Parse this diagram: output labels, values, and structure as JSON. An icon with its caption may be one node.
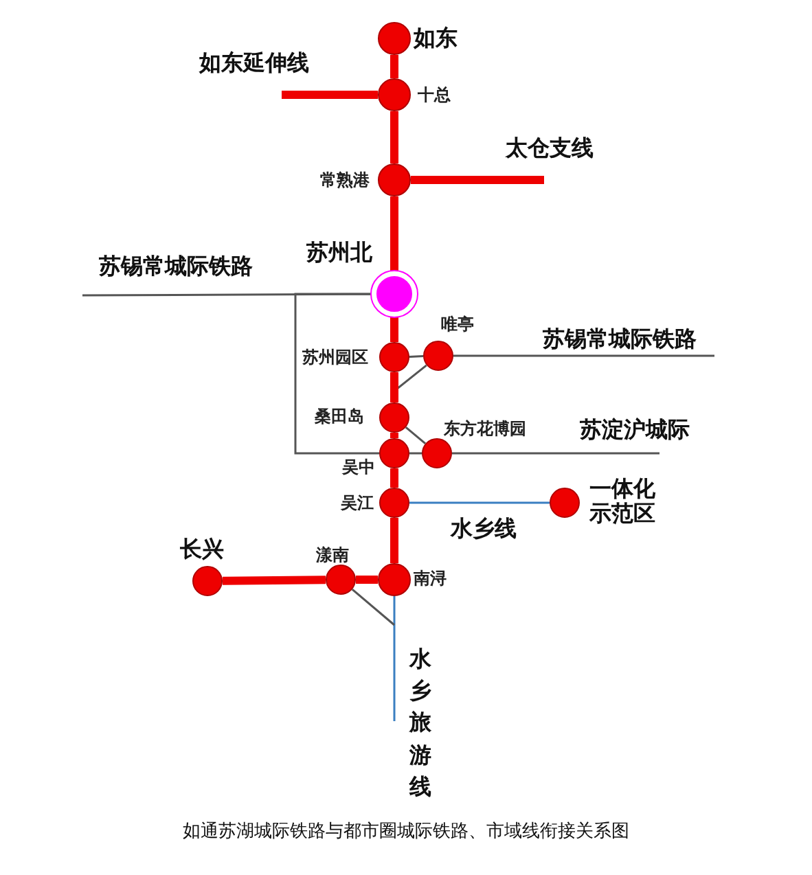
{
  "diagram": {
    "caption": "如通苏湖城际铁路与都市圈城际铁路、市域线衔接关系图",
    "nodes": [
      {
        "text": [
          "如东"
        ]
      },
      {
        "text": [
          "十总"
        ]
      },
      {
        "text": [
          "常熟港"
        ]
      },
      {
        "text": [
          "苏州北"
        ]
      },
      {
        "text": [
          "苏州园区"
        ]
      },
      {
        "text": [
          "唯亭"
        ]
      },
      {
        "text": [
          "桑田岛"
        ]
      },
      {
        "text": [
          "东方花博园"
        ]
      },
      {
        "text": [
          "吴中"
        ]
      },
      {
        "text": [
          "吴江"
        ]
      },
      {
        "text": [
          "一体化示范区"
        ]
      },
      {
        "text": [
          "南浔"
        ]
      },
      {
        "text": [
          "漾南"
        ]
      },
      {
        "text": [
          "长兴"
        ]
      }
    ],
    "edges": [
      {
        "from": 0,
        "to": 1,
        "arrow": "none"
      },
      {
        "from": 1,
        "to": 2,
        "arrow": "none"
      },
      {
        "from": 2,
        "to": 3,
        "arrow": "none"
      },
      {
        "from": 3,
        "to": 4,
        "arrow": "none"
      },
      {
        "from": 4,
        "to": 6,
        "arrow": "none"
      },
      {
        "from": 6,
        "to": 8,
        "arrow": "none"
      },
      {
        "from": 8,
        "to": 9,
        "arrow": "none"
      },
      {
        "from": 9,
        "to": 11,
        "arrow": "none"
      },
      {
        "from": 11,
        "to": 12,
        "arrow": "none"
      },
      {
        "from": 12,
        "to": 13,
        "arrow": "none"
      },
      {
        "from": 1,
        "to": null,
        "arrow": "none"
      },
      {
        "from": 2,
        "to": null,
        "arrow": "none"
      },
      {
        "from": null,
        "to": 3,
        "arrow": "none",
        "color": "#555555"
      },
      {
        "from": 3,
        "to": 8,
        "arrow": "none",
        "color": "#555555"
      },
      {
        "from": 4,
        "to": 5,
        "arrow": "none",
        "color": "#555555"
      },
      {
        "from": 5,
        "to": null,
        "arrow": "none",
        "color": "#555555"
      },
      {
        "from": 5,
        "to": 6,
        "arrow": "none",
        "color": "#555555"
      },
      {
        "from": 6,
        "to": 7,
        "arrow": "none",
        "color": "#555555"
      },
      {
        "from": 8,
        "to": 7,
        "arrow": "none",
        "color": "#555555"
      },
      {
        "from": 7,
        "to": null,
        "arrow": "none",
        "color": "#555555"
      },
      {
        "from": 9,
        "to": 10,
        "arrow": "none",
        "color": "#3a7fc1"
      },
      {
        "from": 11,
        "to": null,
        "arrow": "none",
        "color": "#3a7fc1"
      },
      {
        "from": 12,
        "to": null,
        "arrow": "none",
        "color": "#555555"
      }
    ],
    "labels": [
      "如东延伸线",
      "太仓支线",
      "苏锡常城际铁路",
      "苏锡常城际铁路",
      "苏淀沪城际",
      "水乡线",
      "水乡旅游线"
    ]
  }
}
